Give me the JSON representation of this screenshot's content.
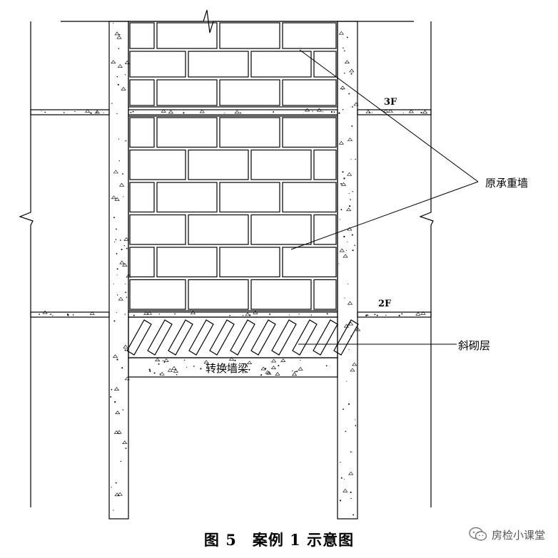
{
  "labels": {
    "floor_3": "3F",
    "floor_2": "2F",
    "original_wall": "原承重墙",
    "oblique_layer": "斜砌层",
    "transfer_beam": "转换墙梁"
  },
  "caption": "图 5　案例 1 示意图",
  "watermark": "房检小课堂",
  "colors": {
    "line": "#000000",
    "background": "#ffffff",
    "watermark": "#555555"
  }
}
